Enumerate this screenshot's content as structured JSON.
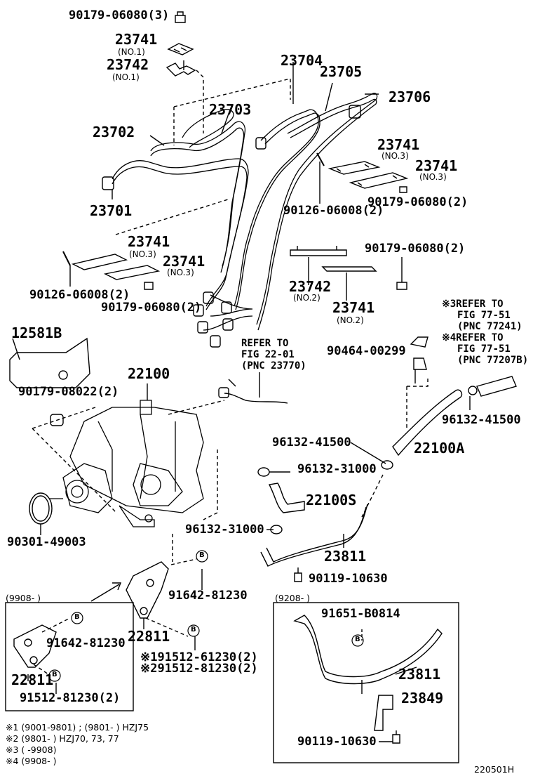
{
  "labels": {
    "p_90179_06080_3": "90179-06080(3)",
    "p_23741_a": "23741",
    "n_no1_a": "(NO.1)",
    "p_23742_a": "23742",
    "n_no1_b": "(NO.1)",
    "p_23704": "23704",
    "p_23705": "23705",
    "p_23706": "23706",
    "p_23703": "23703",
    "p_23702": "23702",
    "p_23741_b": "23741",
    "n_no3_a": "(NO.3)",
    "p_23741_c": "23741",
    "n_no3_b": "(NO.3)",
    "p_90179_06080_2a": "90179-06080(2)",
    "p_23701": "23701",
    "p_90126_06008_2a": "90126-06008(2)",
    "p_23741_d": "23741",
    "n_no3_c": "(NO.3)",
    "p_23741_e": "23741",
    "n_no3_d": "(NO.3)",
    "p_90126_06008_2b": "90126-06008(2)",
    "p_90179_06080_2b": "90179-06080(2)",
    "p_90179_06080_2c": "90179-06080(2)",
    "p_23742_b": "23742",
    "n_no2_a": "(NO.2)",
    "p_23741_f": "23741",
    "n_no2_b": "(NO.2)",
    "p_12581b": "12581B",
    "ref1_l1": "REFER TO",
    "ref1_l2": "FIG 22-01",
    "ref1_l3": "(PNC 23770)",
    "ref2_l1": "※3REFER TO",
    "ref2_l2": "FIG 77-51",
    "ref2_l3": "(PNC 77241)",
    "ref3_l1": "※4REFER TO",
    "ref3_l2": "FIG 77-51",
    "ref3_l3": "(PNC 77207B)",
    "p_22100": "22100",
    "p_90179_08022_2": "90179-08022(2)",
    "p_90464_00299": "90464-00299",
    "p_96132_41500_a": "96132-41500",
    "p_96132_41500_b": "96132-41500",
    "p_22100a": "22100A",
    "p_96132_31000_a": "96132-31000",
    "p_22100s": "22100S",
    "p_96132_31000_b": "96132-31000",
    "p_90301_49003": "90301-49003",
    "p_23811_a": "23811",
    "p_90119_10630_a": "90119-10630",
    "p_91642_81230_a": "91642-81230",
    "p_22811_a": "22811",
    "p_91512_61230": "※191512-61230(2)",
    "p_91512_81230_a": "※291512-81230(2)",
    "box1_title": "(9908-      )",
    "p_91642_81230_b": "91642-81230",
    "p_22811_b": "22811",
    "p_91512_81230_b": "91512-81230(2)",
    "box2_title": "(9208-      )",
    "p_91651_b0814": "91651-B0814",
    "p_23811_b": "23811",
    "p_23849": "23849",
    "p_90119_10630_b": "90119-10630",
    "b1": "B",
    "b2": "B",
    "b3": "B",
    "b4": "B",
    "b5": "B",
    "foot1": "※1 (9001-9801) ; (9801-      ) HZJ75",
    "foot2": "※2 (9801-      ) HZJ70, 73, 77",
    "foot3": "※3 (      -9908)",
    "foot4": "※4 (9908-      )",
    "code": "220501H"
  }
}
